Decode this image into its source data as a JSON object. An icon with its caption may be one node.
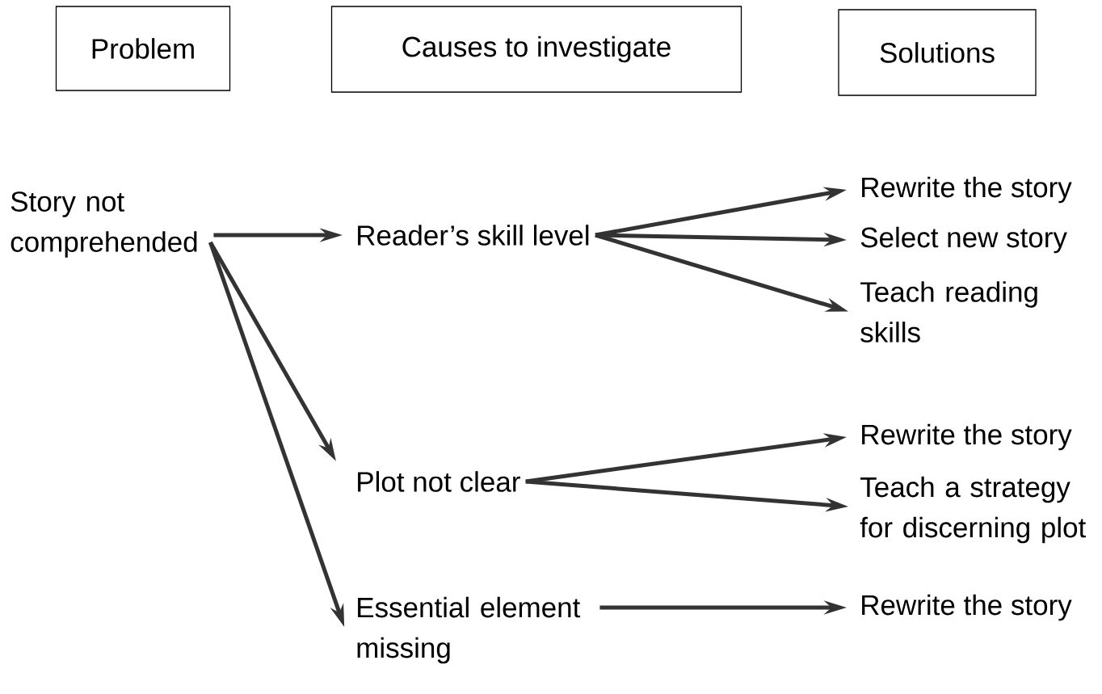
{
  "diagram": {
    "nodes": [
      {
        "text": [
          "Problem"
        ]
      },
      {
        "text": [
          "Causes to investigate"
        ]
      },
      {
        "text": [
          "Solutions"
        ]
      },
      {
        "text": [
          "Story not comprehended"
        ]
      },
      {
        "text": [
          "Reader’s skill level"
        ]
      },
      {
        "text": [
          "Plot not clear"
        ]
      },
      {
        "text": [
          "Essential element missing"
        ]
      },
      {
        "text": [
          "Rewrite the story"
        ]
      },
      {
        "text": [
          "Select new story"
        ]
      },
      {
        "text": [
          "Teach reading skills"
        ]
      },
      {
        "text": [
          "Rewrite the story"
        ]
      },
      {
        "text": [
          "Teach a strategy for discerning plot"
        ]
      },
      {
        "text": [
          "Rewrite the story"
        ]
      }
    ],
    "edges": [
      {
        "from": 3,
        "to": 4,
        "arrow": "to"
      },
      {
        "from": 3,
        "to": 5,
        "arrow": "to"
      },
      {
        "from": 3,
        "to": 6,
        "arrow": "to"
      },
      {
        "from": 4,
        "to": 7,
        "arrow": "to"
      },
      {
        "from": 4,
        "to": 8,
        "arrow": "to"
      },
      {
        "from": 4,
        "to": 9,
        "arrow": "to"
      },
      {
        "from": 5,
        "to": 10,
        "arrow": "to"
      },
      {
        "from": 5,
        "to": 11,
        "arrow": "to"
      },
      {
        "from": 6,
        "to": 12,
        "arrow": "to"
      }
    ]
  }
}
